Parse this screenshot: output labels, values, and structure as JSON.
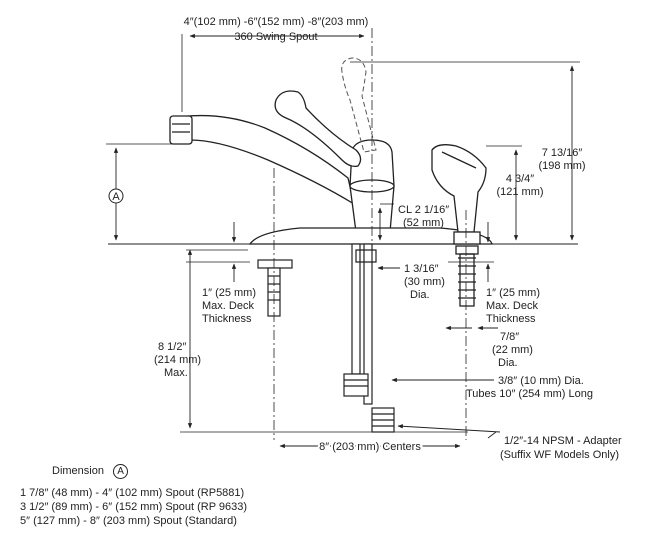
{
  "dimensions": {
    "swing_range": "4″(102 mm) -6″(152 mm) -8″(203 mm)",
    "swing_caption": "360 Swing Spout",
    "total_height": [
      "7 13/16″",
      "(198 mm)"
    ],
    "spray_height": [
      "4 3/4″",
      "(121 mm)"
    ],
    "centerline": [
      "CL 2 1/16″",
      "(52 mm)"
    ],
    "hole_dia": [
      "1 3/16″",
      "(30 mm)",
      "Dia."
    ],
    "deck_left": [
      "1″ (25 mm)",
      "Max. Deck",
      "Thickness"
    ],
    "deck_right": [
      "1″ (25 mm)",
      "Max. Deck",
      "Thickness"
    ],
    "hose_dia": [
      "7/8″",
      "(22 mm)",
      "Dia."
    ],
    "below_deck": [
      "8 1/2″",
      "(214 mm)",
      "Max."
    ],
    "tubes": [
      "3/8″ (10 mm) Dia.",
      "Tubes 10″ (254 mm) Long"
    ],
    "centers": "8″ (203 mm) Centers",
    "adapter": [
      "1/2″-14 NPSM - Adapter",
      "(Suffix WF Models Only)"
    ],
    "dimension_a_marker": "A"
  },
  "legend": {
    "title": "Dimension",
    "marker": "A",
    "rows": [
      "1 7/8″ (48 mm)   -   4″ (102 mm) Spout (RP5881)",
      "3 1/2″ (89 mm)   -   6″ (152 mm) Spout (RP 9633)",
      "5″          (127 mm) -  8″ (203 mm) Spout (Standard)"
    ]
  },
  "colors": {
    "line": "#222222",
    "ghost": "#555555"
  }
}
